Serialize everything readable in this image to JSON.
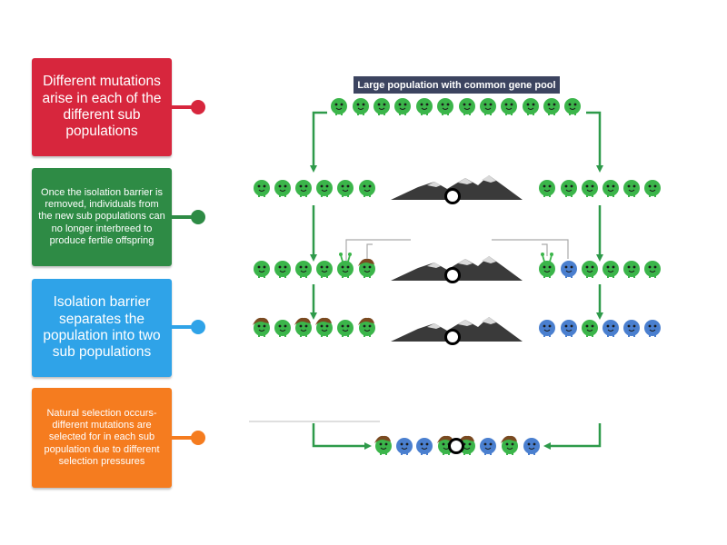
{
  "title": "Large population with common gene pool",
  "cards": [
    {
      "id": "card-1",
      "text": "Different mutations arise in each of the different sub populations",
      "color": "#d7263d",
      "size": "big"
    },
    {
      "id": "card-2",
      "text": "Once the isolation barrier is removed, individuals from the new sub populations can no longer interbreed to produce fertile offspring",
      "color": "#2e8b45",
      "size": "small"
    },
    {
      "id": "card-3",
      "text": "Isolation barrier separates the population into two sub populations",
      "color": "#2fa3e8",
      "size": "big"
    },
    {
      "id": "card-4",
      "text": "Natural selection occurs- different mutations are selected for in each sub population due to different selection pressures",
      "color": "#f57c1f",
      "size": "small"
    }
  ],
  "colors": {
    "green_individual": "#3bb54a",
    "blue_individual": "#4a7fcf",
    "hat": "#7a4a21",
    "arrow": "#2e9a4a",
    "mountain": "#3a3a3a",
    "banner": "#3c4460"
  }
}
